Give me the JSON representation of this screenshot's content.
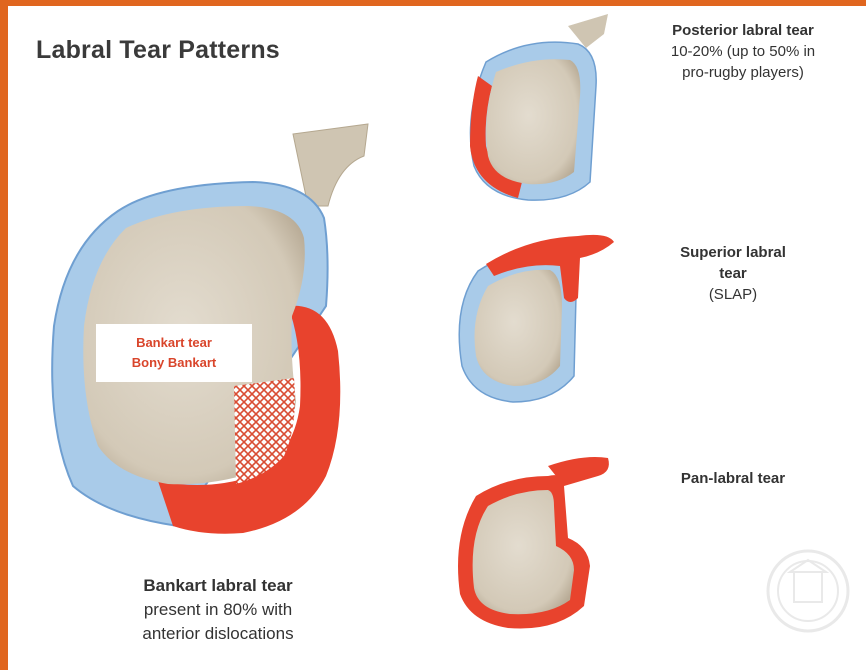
{
  "title": "Labral Tear Patterns",
  "posterior": {
    "name": "Posterior labral tear",
    "line1": "10-20% (up to 50% in",
    "line2": "pro-rugby players)"
  },
  "superior": {
    "name1": "Superior labral",
    "name2": "tear",
    "abbr": "(SLAP)"
  },
  "pan": {
    "name": "Pan-labral tear"
  },
  "bankart": {
    "tag1": "Bankart tear",
    "tag2": "Bony Bankart",
    "name": "Bankart labral tear",
    "line1": "present in 80% with",
    "line2": "anterior dislocations"
  },
  "colors": {
    "background": "#e0661f",
    "labrum": "#a9cbe9",
    "labrum_edge": "#6f9fd1",
    "tear": "#e8432d",
    "bone": "#dcd3c4",
    "bone_shadow": "#b9ad99"
  }
}
